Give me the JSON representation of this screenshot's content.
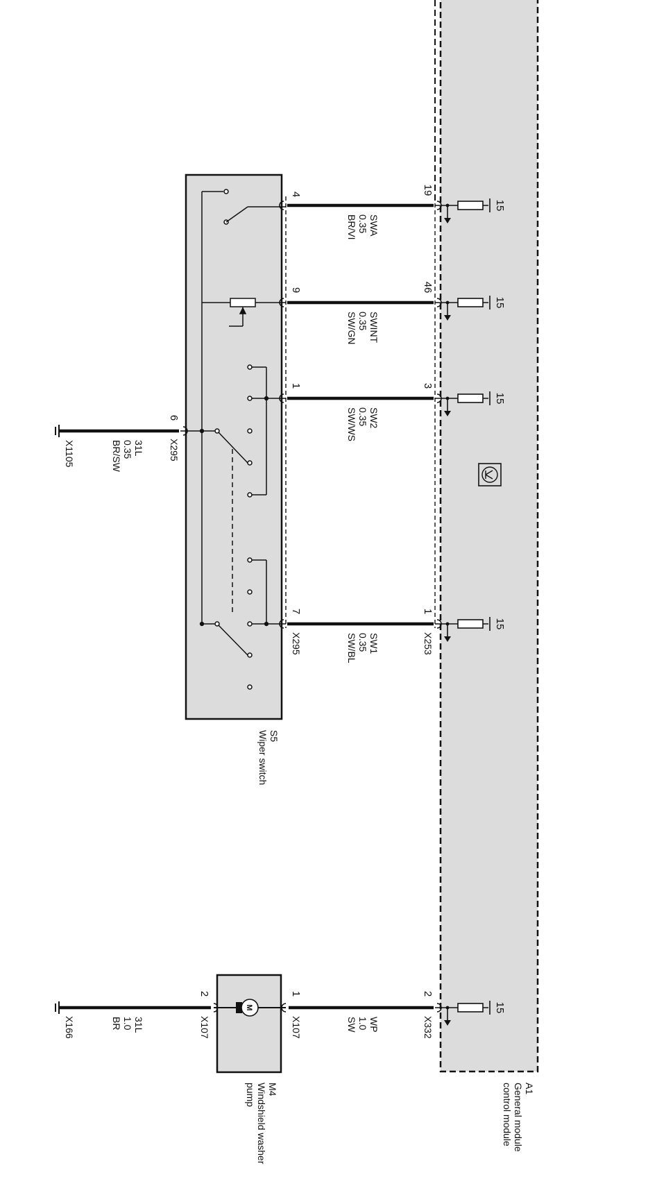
{
  "components": {
    "a1": {
      "ref": "A1",
      "name_line1": "General module",
      "name_line2": "control module"
    },
    "s5": {
      "ref": "S5",
      "name": "Wiper switch"
    },
    "m4": {
      "ref": "M4",
      "name_line1": "Windshield washer",
      "name_line2": "pump",
      "motor_symbol": "M"
    }
  },
  "wires": [
    {
      "id": "swa",
      "pin_a1": "19",
      "pin_switch": "4",
      "signal": "SWA",
      "size": "0.35",
      "color": "BR/VI"
    },
    {
      "id": "swint",
      "pin_a1": "46",
      "pin_switch": "9",
      "signal": "SWINT",
      "size": "0.35",
      "color": "SW/GN"
    },
    {
      "id": "sw2",
      "pin_a1": "3",
      "pin_switch": "1",
      "signal": "SW2",
      "size": "0.35",
      "color": "SW/WS"
    },
    {
      "id": "sw1",
      "pin_a1": "1",
      "pin_switch": "7",
      "signal": "SW1",
      "size": "0.35",
      "color": "SW/BL"
    }
  ],
  "connectors": {
    "a1_switch": "X253",
    "switch_side": "X295",
    "switch_ground_pin": "6",
    "switch_ground_connector": "X295",
    "a1_pump": "X332",
    "pump_pin_a1": "2",
    "pump_in": "X107",
    "pump_in_pin": "1",
    "pump_out": "X107",
    "pump_out_pin": "2"
  },
  "ground_wires": {
    "switch": {
      "signal": "31L",
      "size": "0.35",
      "color": "BR/SW",
      "ground": "X1105"
    },
    "pump": {
      "signal": "31L",
      "size": "1.0",
      "color": "BR",
      "ground": "X166"
    }
  },
  "pump_wire": {
    "signal": "WP",
    "size": "1.0",
    "color": "SW"
  },
  "terminal_label": "15"
}
